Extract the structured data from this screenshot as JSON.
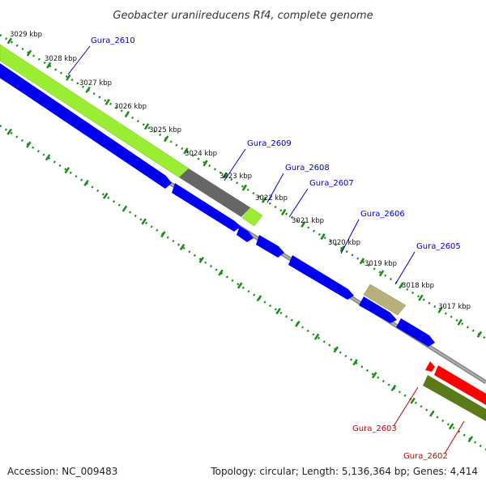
{
  "title": "Geobacter uraniireducens Rf4, complete genome",
  "accession": "Accession: NC_009483",
  "summary": "Topology: circular; Length: 5,136,364 bp; Genes: 4,414",
  "scale": {
    "unit": "kbp",
    "ticks": [
      "3029 kbp",
      "3028 kbp",
      "3027 kbp",
      "3026 kbp",
      "3025 kbp",
      "3024 kbp",
      "3023 kbp",
      "3022 kbp",
      "3021 kbp",
      "3020 kbp",
      "3019 kbp",
      "3018 kbp",
      "3017 kbp"
    ]
  },
  "genes": [
    {
      "label": "Gura_2610",
      "color": "#0000cc"
    },
    {
      "label": "Gura_2609",
      "color": "#0000cc"
    },
    {
      "label": "Gura_2608",
      "color": "#0000cc"
    },
    {
      "label": "Gura_2607",
      "color": "#0000cc"
    },
    {
      "label": "Gura_2606",
      "color": "#0000cc"
    },
    {
      "label": "Gura_2605",
      "color": "#0000cc"
    },
    {
      "label": "Gura_2603",
      "color": "#cc0000"
    },
    {
      "label": "Gura_2602",
      "color": "#cc0000"
    }
  ],
  "colors": {
    "forward_strand": "#0000ff",
    "reverse_strand": "#ff0000",
    "backbone": "#888888",
    "dotted_ring": "#1a8a1a",
    "feature_green": "#99ee33",
    "feature_gray": "#666666",
    "feature_khaki": "#b8b07a",
    "feature_olive": "#5a7a1a"
  }
}
